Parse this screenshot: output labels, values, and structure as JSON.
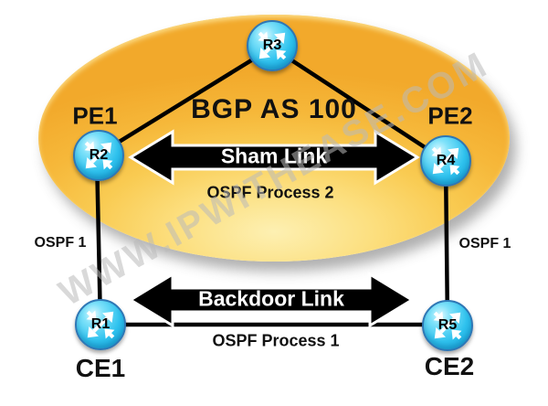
{
  "diagram": {
    "watermark": "WWW.IPWITHEASE.COM",
    "area": {
      "label": "BGP AS 100"
    },
    "sham_link": {
      "label": "Sham Link",
      "process": "OSPF Process 2"
    },
    "backdoor_link": {
      "label": "Backdoor Link",
      "process": "OSPF Process 1"
    },
    "pe_ce_links": {
      "left": "OSPF 1",
      "right": "OSPF 1"
    },
    "nodes": {
      "r1": {
        "id": "R1",
        "role": "CE1"
      },
      "r2": {
        "id": "R2",
        "role": "PE1"
      },
      "r3": {
        "id": "R3",
        "role": ""
      },
      "r4": {
        "id": "R4",
        "role": "PE2"
      },
      "r5": {
        "id": "R5",
        "role": "CE2"
      }
    },
    "colors": {
      "cloud_fill": "#f6b83a",
      "cloud_highlight": "#fdf0b2",
      "router_fill": "#2fc2ee",
      "router_border": "#2e77b5",
      "link_arrow": "#000000",
      "arrow_text": "#ffffff",
      "watermark": "#bababa"
    }
  }
}
